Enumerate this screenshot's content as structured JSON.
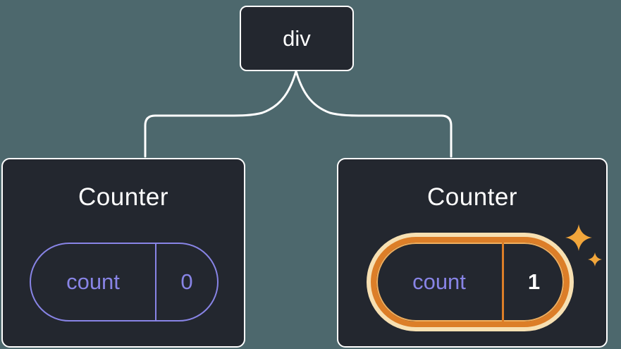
{
  "diagram": {
    "root_node": {
      "label": "div"
    },
    "children": [
      {
        "title": "Counter",
        "state_name": "count",
        "state_value": "0",
        "highlighted": false
      },
      {
        "title": "Counter",
        "state_name": "count",
        "state_value": "1",
        "highlighted": true
      }
    ]
  },
  "colors": {
    "background": "#4d686d",
    "node_fill": "#23272f",
    "node_border": "#ffffff",
    "state_purple": "#8884e6",
    "highlight_orange": "#dc7e28",
    "highlight_cream": "#f7e0b2",
    "sparkle_amber": "#f2a63b",
    "text_white": "#ffffff"
  }
}
